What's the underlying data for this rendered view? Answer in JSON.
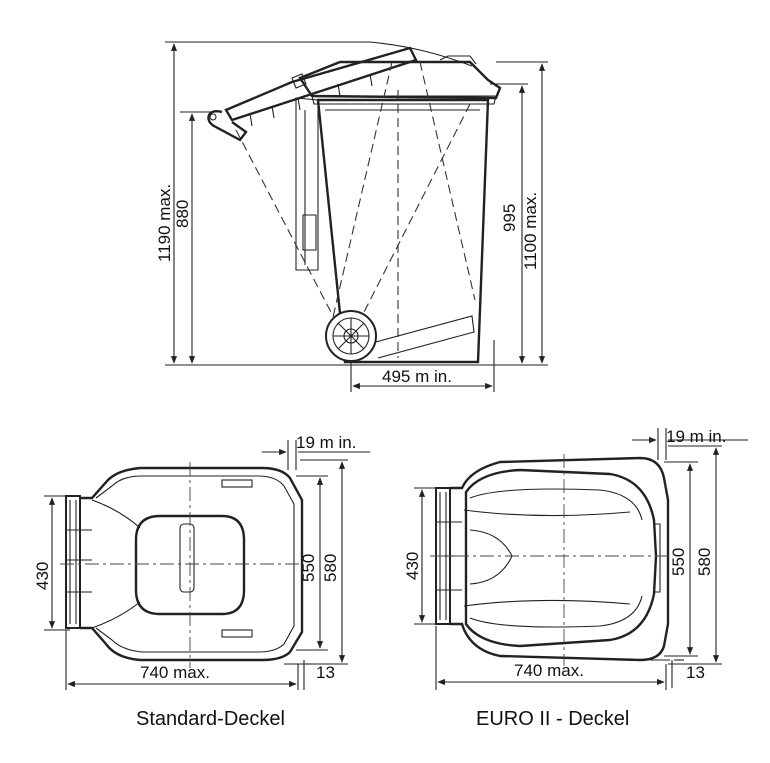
{
  "side_view": {
    "dim_total_height": "1190 max.",
    "dim_handle_height": "880",
    "dim_rim_height": "995",
    "dim_lid_height": "1100 max.",
    "dim_wheel_base": "495 m in."
  },
  "top_views": [
    {
      "caption": "Standard-Deckel",
      "dim_depth": "740 max.",
      "dim_offset_top": "19 m in.",
      "dim_offset_bottom": "13",
      "dim_handle_width": "430",
      "dim_inner_width": "550",
      "dim_outer_width": "580"
    },
    {
      "caption": "EURO II - Deckel",
      "dim_depth": "740 max.",
      "dim_offset_top": "19 m in.",
      "dim_offset_bottom": "13",
      "dim_handle_width": "430",
      "dim_inner_width": "550",
      "dim_outer_width": "580"
    }
  ]
}
